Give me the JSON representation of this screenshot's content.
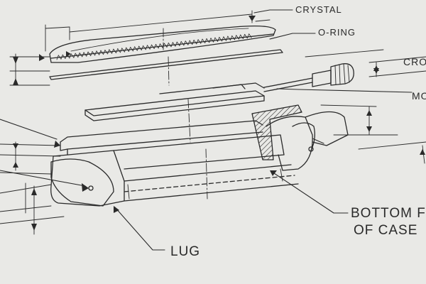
{
  "diagram": {
    "labels": {
      "crystal": "CRYSTAL",
      "o_ring": "O-RING",
      "crown": "CRO",
      "movement": "MO",
      "bottom_line1": "BOTTOM F",
      "bottom_line2": "OF CASE",
      "lug": "LUG"
    },
    "colors": {
      "paper": "#e9e9e6",
      "ink": "#2a2a2a"
    }
  }
}
